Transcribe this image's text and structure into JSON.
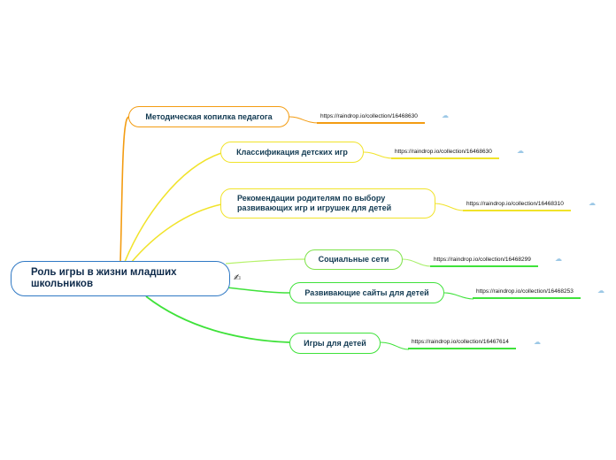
{
  "root": {
    "title": "Роль игры в жизни младших школьников"
  },
  "colors": {
    "orange": "#f39c12",
    "yellow": "#f1e32a",
    "green": "#3fe23a",
    "root_border": "#2f78c4"
  },
  "branches": [
    {
      "label": "Методическая копилка педагога",
      "link": "https://raindrop.io/collection/16468630",
      "color": "orange"
    },
    {
      "label": "Классификация детских игр",
      "link": "https://raindrop.io/collection/16468630",
      "color": "yellow"
    },
    {
      "label": "Рекомендации родителям по выбору развивающих игр и игрушек для детей",
      "link": "https://raindrop.io/collection/16468310",
      "color": "yellow"
    },
    {
      "label": "Социальные сети",
      "link": "https://raindrop.io/collection/16468299",
      "color": "green"
    },
    {
      "label": "Развивающие сайты для детей",
      "link": "https://raindrop.io/collection/16468253",
      "color": "green"
    },
    {
      "label": "Игры для детей",
      "link": "https://raindrop.io/collection/16467614",
      "color": "green"
    }
  ],
  "icons": {
    "link_icon": "cloud-icon",
    "tool_icon": "pen-tool-icon"
  }
}
